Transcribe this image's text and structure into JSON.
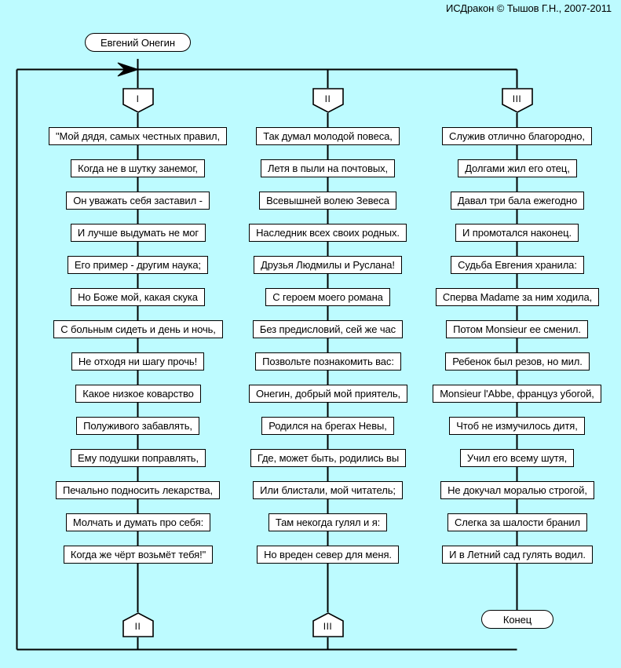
{
  "meta": {
    "copyright": "ИСДракон © Тышов Г.Н., 2007-2011",
    "bg_color": "#bdfbff",
    "node_fill": "#ffffff",
    "line_color": "#000000"
  },
  "start": {
    "label": "Евгений Онегин"
  },
  "end": {
    "label": "Конец"
  },
  "top_connectors": [
    {
      "label": "I"
    },
    {
      "label": "II"
    },
    {
      "label": "III"
    }
  ],
  "bottom_connectors": [
    {
      "label": "II"
    },
    {
      "label": "III"
    }
  ],
  "columns": [
    {
      "id": "column-1",
      "header_connector": "I",
      "footer_connector": "II",
      "items": [
        {
          "text": "\"Мой дядя, самых честных правил,"
        },
        {
          "text": "Когда не в шутку занемог,"
        },
        {
          "text": "Он уважать себя заставил -"
        },
        {
          "text": "И лучше выдумать не мог"
        },
        {
          "text": "Его пример - другим наука;"
        },
        {
          "text": "Но Боже мой, какая скука"
        },
        {
          "text": "С больным сидеть и день и ночь,"
        },
        {
          "text": "Не отходя ни шагу прочь!"
        },
        {
          "text": "Какое низкое коварство"
        },
        {
          "text": "Полуживого забавлять,"
        },
        {
          "text": "Ему подушки поправлять,"
        },
        {
          "text": "Печально подносить лекарства,"
        },
        {
          "text": "Молчать и думать про себя:"
        },
        {
          "text": "Когда же чёрт возьмёт тебя!\""
        }
      ]
    },
    {
      "id": "column-2",
      "header_connector": "II",
      "footer_connector": "III",
      "items": [
        {
          "text": "Так думал молодой повеса,"
        },
        {
          "text": "Летя в пыли на почтовых,"
        },
        {
          "text": "Всевышней волею Зевеса"
        },
        {
          "text": "Наследник всех своих родных."
        },
        {
          "text": "Друзья Людмилы и Руслана!"
        },
        {
          "text": "С героем моего романа"
        },
        {
          "text": "Без предисловий, сей же час"
        },
        {
          "text": "Позвольте познакомить вас:"
        },
        {
          "text": "Онегин, добрый мой приятель,"
        },
        {
          "text": "Родился на брегах Невы,"
        },
        {
          "text": "Где, может быть, родились вы"
        },
        {
          "text": "Или блистали, мой читатель;"
        },
        {
          "text": "Там некогда гулял и я:"
        },
        {
          "text": "Но вреден север для меня."
        }
      ]
    },
    {
      "id": "column-3",
      "header_connector": "III",
      "footer_connector": "",
      "items": [
        {
          "text": "Служив отлично благородно,"
        },
        {
          "text": "Долгами жил его отец,"
        },
        {
          "text": "Давал три бала ежегодно"
        },
        {
          "text": "И промотался наконец."
        },
        {
          "text": "Судьба Евгения хранила:"
        },
        {
          "text": "Сперва Madame за ним ходила,"
        },
        {
          "text": "Потом Monsieur ее сменил."
        },
        {
          "text": "Ребенок был резов, но мил."
        },
        {
          "text": "Monsieur l'Abbe, француз убогой,"
        },
        {
          "text": "Чтоб не измучилось дитя,"
        },
        {
          "text": "Учил его всему шутя,"
        },
        {
          "text": "Не докучал моралью строгой,"
        },
        {
          "text": "Слегка за шалости бранил"
        },
        {
          "text": "И в Летний сад гулять водил."
        }
      ]
    }
  ]
}
